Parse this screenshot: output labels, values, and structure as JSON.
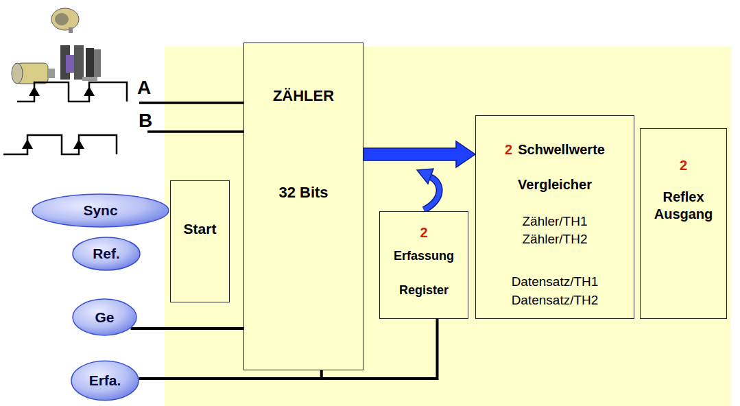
{
  "diagram": {
    "nodes": [
      {
        "text": [
          "ZÄHLER",
          "32 Bits"
        ]
      },
      {
        "text": [
          "Start"
        ]
      },
      {
        "text": [
          "2",
          "Erfassung Register"
        ]
      },
      {
        "text": [
          "2",
          "Schwellwerte",
          "Vergleicher",
          "Zähler/TH1",
          "Zähler/TH2",
          "Datensatz/TH1",
          "Datensatz/TH2"
        ]
      },
      {
        "text": [
          "2",
          "Reflex Ausgang"
        ]
      },
      {
        "text": [
          "Sync"
        ]
      },
      {
        "text": [
          "Ref."
        ]
      },
      {
        "text": [
          "Ge"
        ]
      },
      {
        "text": [
          "Erfa."
        ]
      }
    ],
    "edges": [
      {
        "from": 7,
        "to": 0,
        "arrow": "none"
      },
      {
        "from": 8,
        "to": 0,
        "arrow": "none"
      },
      {
        "from": 8,
        "to": 2,
        "arrow": "none"
      },
      {
        "from": 0,
        "to": 3,
        "arrow": "to"
      }
    ],
    "labels": [
      "A",
      "B"
    ]
  }
}
